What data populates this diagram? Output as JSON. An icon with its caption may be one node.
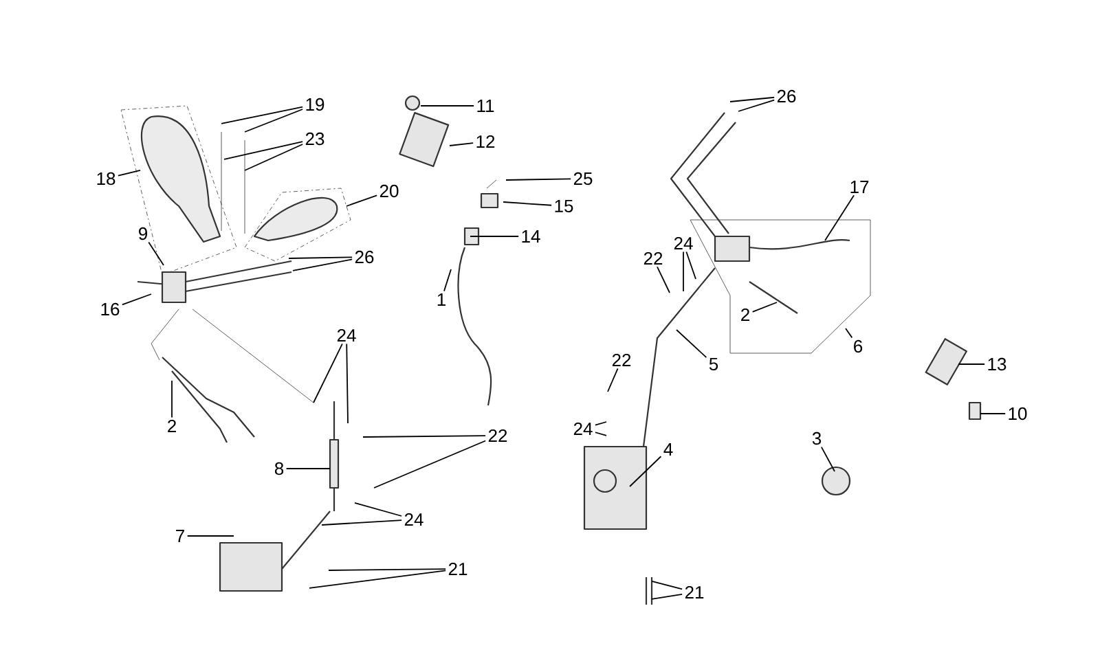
{
  "diagram": {
    "nodes": [
      {
        "text": [
          "19"
        ]
      },
      {
        "text": [
          "23"
        ]
      },
      {
        "text": [
          "18"
        ]
      },
      {
        "text": [
          "11"
        ]
      },
      {
        "text": [
          "12"
        ]
      },
      {
        "text": [
          "20"
        ]
      },
      {
        "text": [
          "25"
        ]
      },
      {
        "text": [
          "15"
        ]
      },
      {
        "text": [
          "14"
        ]
      },
      {
        "text": [
          "9"
        ]
      },
      {
        "text": [
          "16"
        ]
      },
      {
        "text": [
          "26"
        ]
      },
      {
        "text": [
          "1"
        ]
      },
      {
        "text": [
          "26"
        ]
      },
      {
        "text": [
          "17"
        ]
      },
      {
        "text": [
          "24"
        ]
      },
      {
        "text": [
          "22"
        ]
      },
      {
        "text": [
          "2"
        ]
      },
      {
        "text": [
          "6"
        ]
      },
      {
        "text": [
          "5"
        ]
      },
      {
        "text": [
          "13"
        ]
      },
      {
        "text": [
          "10"
        ]
      },
      {
        "text": [
          "3"
        ]
      },
      {
        "text": [
          "4"
        ]
      },
      {
        "text": [
          "22"
        ]
      },
      {
        "text": [
          "24"
        ]
      },
      {
        "text": [
          "21"
        ]
      },
      {
        "text": [
          "24"
        ]
      },
      {
        "text": [
          "2"
        ]
      },
      {
        "text": [
          "22"
        ]
      },
      {
        "text": [
          "8"
        ]
      },
      {
        "text": [
          "24"
        ]
      },
      {
        "text": [
          "7"
        ]
      },
      {
        "text": [
          "21"
        ]
      }
    ],
    "edges": [
      {
        "from": 0,
        "to": null,
        "arrow": "none"
      },
      {
        "from": 0,
        "to": null,
        "arrow": "none"
      },
      {
        "from": 1,
        "to": null,
        "arrow": "none"
      },
      {
        "from": 1,
        "to": null,
        "arrow": "none"
      },
      {
        "from": 2,
        "to": null,
        "arrow": "none"
      },
      {
        "from": 3,
        "to": null,
        "arrow": "none"
      },
      {
        "from": 4,
        "to": null,
        "arrow": "none"
      },
      {
        "from": 5,
        "to": null,
        "arrow": "none"
      },
      {
        "from": 6,
        "to": null,
        "arrow": "none"
      },
      {
        "from": 7,
        "to": null,
        "arrow": "none"
      },
      {
        "from": 8,
        "to": null,
        "arrow": "none"
      },
      {
        "from": 9,
        "to": null,
        "arrow": "none"
      },
      {
        "from": 10,
        "to": null,
        "arrow": "none"
      },
      {
        "from": 11,
        "to": null,
        "arrow": "none"
      },
      {
        "from": 11,
        "to": null,
        "arrow": "none"
      },
      {
        "from": 12,
        "to": null,
        "arrow": "none"
      },
      {
        "from": 13,
        "to": null,
        "arrow": "none"
      },
      {
        "from": 13,
        "to": null,
        "arrow": "none"
      },
      {
        "from": 14,
        "to": null,
        "arrow": "none"
      },
      {
        "from": 15,
        "to": null,
        "arrow": "none"
      },
      {
        "from": 15,
        "to": null,
        "arrow": "none"
      },
      {
        "from": 16,
        "to": null,
        "arrow": "none"
      },
      {
        "from": 17,
        "to": null,
        "arrow": "none"
      },
      {
        "from": 18,
        "to": null,
        "arrow": "none"
      },
      {
        "from": 19,
        "to": null,
        "arrow": "none"
      },
      {
        "from": 20,
        "to": null,
        "arrow": "none"
      },
      {
        "from": 21,
        "to": null,
        "arrow": "none"
      },
      {
        "from": 22,
        "to": null,
        "arrow": "none"
      },
      {
        "from": 23,
        "to": null,
        "arrow": "none"
      },
      {
        "from": 24,
        "to": null,
        "arrow": "none"
      },
      {
        "from": 25,
        "to": null,
        "arrow": "none"
      },
      {
        "from": 25,
        "to": null,
        "arrow": "none"
      },
      {
        "from": 26,
        "to": null,
        "arrow": "none"
      },
      {
        "from": 26,
        "to": null,
        "arrow": "none"
      },
      {
        "from": 27,
        "to": null,
        "arrow": "none"
      },
      {
        "from": 27,
        "to": null,
        "arrow": "none"
      },
      {
        "from": 28,
        "to": null,
        "arrow": "none"
      },
      {
        "from": 29,
        "to": null,
        "arrow": "none"
      },
      {
        "from": 29,
        "to": null,
        "arrow": "none"
      },
      {
        "from": 30,
        "to": null,
        "arrow": "none"
      },
      {
        "from": 31,
        "to": null,
        "arrow": "none"
      },
      {
        "from": 31,
        "to": null,
        "arrow": "none"
      },
      {
        "from": 32,
        "to": null,
        "arrow": "none"
      },
      {
        "from": 33,
        "to": null,
        "arrow": "none"
      },
      {
        "from": 33,
        "to": null,
        "arrow": "none"
      }
    ]
  }
}
